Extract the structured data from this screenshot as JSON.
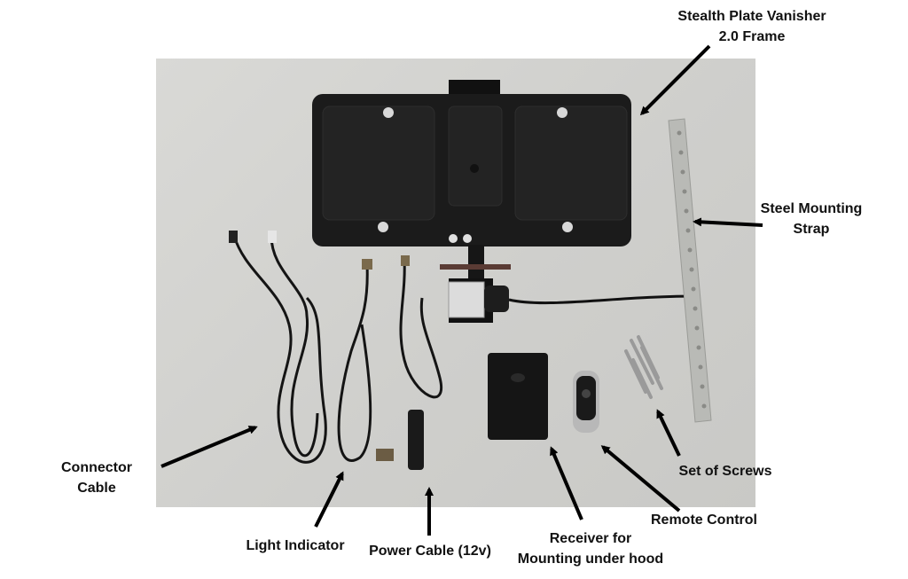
{
  "labels": {
    "frame_line1": "Stealth Plate Vanisher",
    "frame_line2": "2.0 Frame",
    "strap_line1": "Steel Mounting",
    "strap_line2": "Strap",
    "connector_line1": "Connector",
    "connector_line2": "Cable",
    "light": "Light Indicator",
    "power": "Power Cable (12v)",
    "receiver_line1": "Receiver for",
    "receiver_line2": "Mounting under hood",
    "remote": "Remote Control",
    "screws": "Set of Screws"
  },
  "colors": {
    "background": "#ffffff",
    "backdrop": "#d3d3d0",
    "product_black": "#1b1b1b",
    "strap_steel": "#b9bab6",
    "arrow": "#000000"
  }
}
